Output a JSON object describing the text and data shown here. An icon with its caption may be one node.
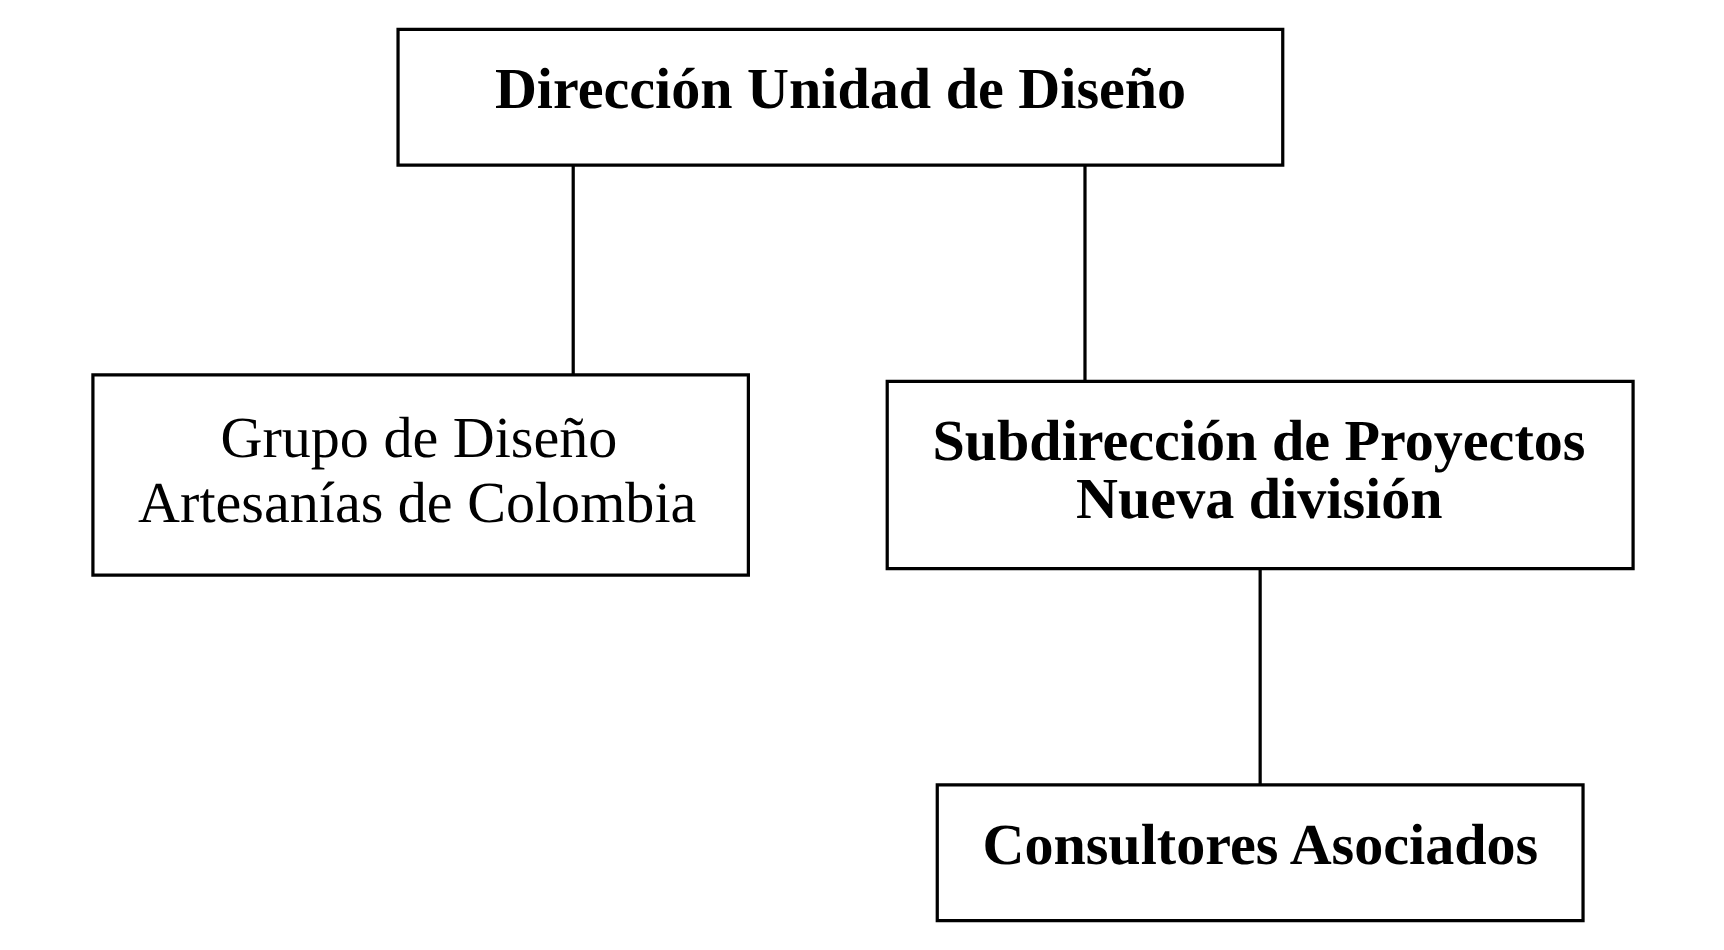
{
  "diagram": {
    "nodes": [
      {
        "text": [
          "Dirección Unidad de Diseño"
        ]
      },
      {
        "text": [
          "Grupo de Diseño Artesanías de Colombia"
        ]
      },
      {
        "text": [
          "Subdirección de Proyectos Nueva división"
        ]
      },
      {
        "text": [
          "Consultores Asociados"
        ]
      }
    ],
    "edges": [
      {
        "from": 0,
        "to": 1,
        "arrow": "none"
      },
      {
        "from": 0,
        "to": 2,
        "arrow": "none"
      },
      {
        "from": 2,
        "to": 3,
        "arrow": "none"
      }
    ]
  }
}
